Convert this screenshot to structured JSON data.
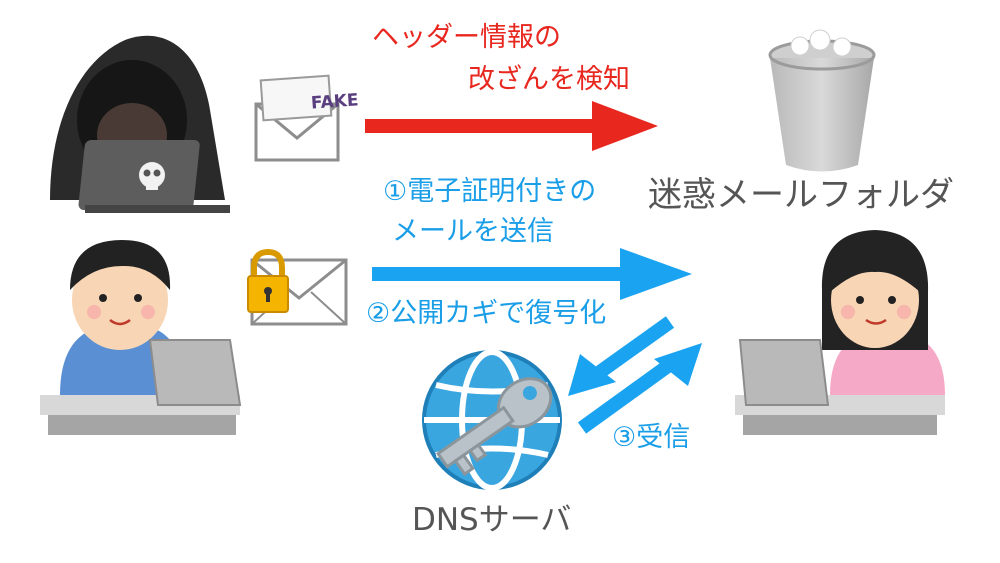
{
  "labels": {
    "header_info_line1": "ヘッダー情報の",
    "header_info_line2": "改ざんを検知",
    "send_signed_line1": "①電子証明付きの",
    "send_signed_line2": "メールを送信",
    "decrypt_public_key": "②公開カギで復号化",
    "receive": "③受信",
    "spam_folder": "迷惑メールフォルダ",
    "dns_server": "DNSサーバ",
    "fake_envelope_text": "FAKE"
  },
  "colors": {
    "red_arrow": "#e8271f",
    "blue_arrow": "#1aa3f0",
    "red_text": "#e8271f",
    "blue_text": "#1a9ee8",
    "gray_text": "#555555"
  },
  "icons": [
    "hacker-icon",
    "fake-envelope-icon",
    "trash-bin-icon",
    "sender-man-icon",
    "locked-envelope-icon",
    "receiver-woman-icon",
    "globe-key-icon"
  ]
}
